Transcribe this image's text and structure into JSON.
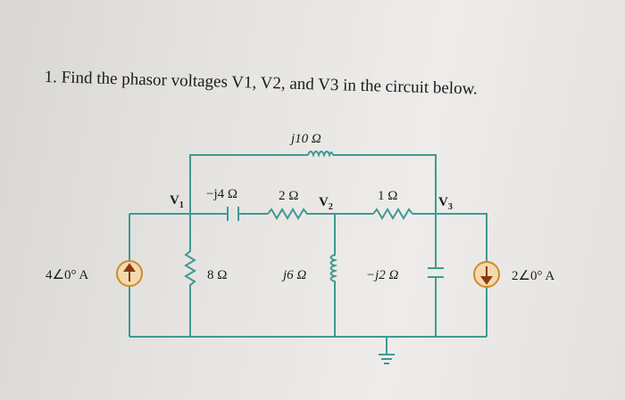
{
  "problem": {
    "text": "1. Find the phasor voltages V1, V2, and V3 in the circuit below."
  },
  "labels": {
    "j10": "j10 Ω",
    "negj4": "−j4 Ω",
    "r2": "2 Ω",
    "r1": "1 Ω",
    "r8": "8 Ω",
    "j6": "j6 Ω",
    "negj2": "−j2 Ω",
    "v1": "V",
    "v1_sub": "1",
    "v2": "V",
    "v2_sub": "2",
    "v3": "V",
    "v3_sub": "3",
    "src_left": "4",
    "src_left_angle": "∠0° A",
    "src_right": "2",
    "src_right_angle": "∠0° A"
  },
  "colors": {
    "wire": "#3f9a92",
    "source_fill": "#f3d9ae",
    "source_stroke": "#d08a2a"
  }
}
